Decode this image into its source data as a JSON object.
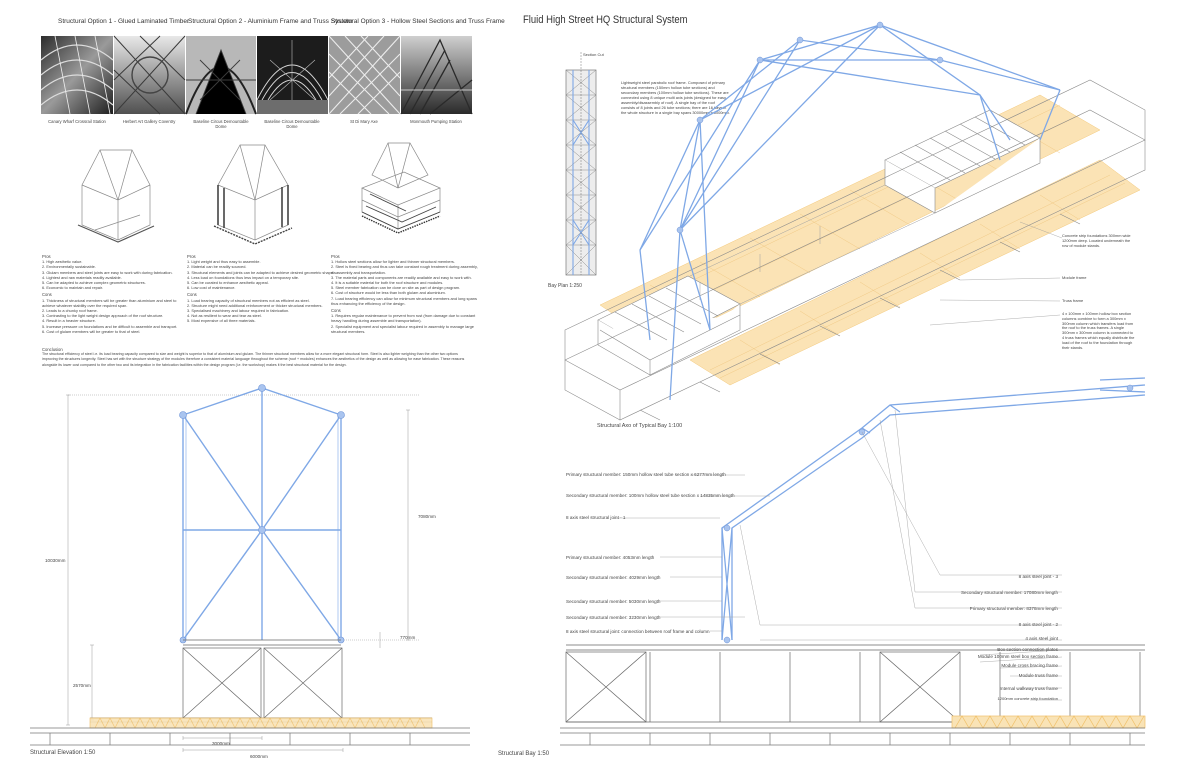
{
  "left_sheet": {
    "options": [
      {
        "title": "Structural Option 1 - Glued Laminated Timber"
      },
      {
        "title": "Structural Option 2 - Aluminium Frame and Truss System"
      },
      {
        "title": "Structural Option 3 - Hollow Steel Sections and Truss Frame"
      }
    ],
    "photo_captions": [
      "Canary Wharf Crossrail Station",
      "Herbert Art Gallery Coventry",
      "Baseline Circus Demountable Dome",
      "Baseline Circus Demountable Dome",
      "St Di Mary Axe",
      "Monmouth Pumping Station"
    ],
    "option1": {
      "pros_heading": "Pros",
      "pros": [
        "1. High aesthetic value.",
        "2. Environmentally sustainable.",
        "3. Glulam members and steel joints are easy to work with during fabrication.",
        "4. Lightest and raw materials readily available.",
        "5. Can be adapted to achieve complex geometric structures.",
        "6. Economic to maintain and repair."
      ],
      "cons_heading": "Cons",
      "cons": [
        "1. Thickness of structural members will be greater than aluminium and steel to",
        "   achieve whatever stability over the required span.",
        "2. Leads to a chunky roof frame.",
        "3. Contrasting to the light weight design approach of the roof structure.",
        "4. Result in a heavier structure.",
        "5. Increase pressure on foundations and be difficult to assemble and transport.",
        "6. Cost of glulam members will be greater to that of steel."
      ]
    },
    "option2": {
      "pros_heading": "Pros",
      "pros": [
        "1. Light weight and thus easy to assemble.",
        "2. Material can be readily sourced.",
        "3. Structural elements and joints can be adapted to achieve desired geometric shape.",
        "4. Less load on foundations thus less impact on a temporary site.",
        "5. Can be curated to enhance aesthetic appeal.",
        "6. Low cost of maintenance."
      ],
      "cons_heading": "Cons",
      "cons": [
        "1. Load bearing capacity of structural members not as efficient as steel.",
        "2. Structure might need additional reinforcement or thicker structural members.",
        "3. Specialised machinery and labour required in fabrication.",
        "4. Not as resilient to wear and tear as steel.",
        "5. Most expensive of all three materials."
      ]
    },
    "option3": {
      "pros_heading": "Pros",
      "pros": [
        "1. Hollow steel sections allow for lighter and thinner structural members.",
        "2. Steel is fixed bearing and thus can take constant rough treatment during assembly,",
        "   disassembly and transportation.",
        "3. The material parts and components are readily available and easy to work with.",
        "4. It is a suitable material for both the roof structure and modules.",
        "5. Steel member fabrication can be done on site as part of design program.",
        "6. Cost of structure would be less than both glulam and aluminium.",
        "7. Load bearing efficiency can allow for minimum structural members and long spans",
        "   thus enhancing the efficiency of the design."
      ],
      "cons_heading": "Cons",
      "cons": [
        "1. Requires regular maintenance to prevent from rust (from damage due to constant",
        "   heavy handling during assemble and transportation).",
        "2. Specialist equipment and specialist labour required in assembly to manage large",
        "   structural members."
      ]
    },
    "conclusion_heading": "Conclusion",
    "conclusion": [
      "The structural efficiency of steel i.e. its load bearing capacity compared to size and weight is superior to that of aluminium and glulam. The thinner structural members allow for a more elegant structural form. Steel is also lighter weighing than the other two options",
      "improving the structures longevity. Steel has set with the structure strategy of the modules therefore a consistent material language throughout the scheme (roof + modules) enhances the aesthetics of the design as well as allowing for ease fabrication. These reasons",
      "alongside its lower cost compared to the other two and its integration in the fabrication facilities within the design program (i.e. the workshop) makes it the best structural material for the design."
    ],
    "elevation": {
      "title": "Structural Elevation 1:50",
      "dim_total_height": "10030mm",
      "dim_upper": "7080mm",
      "dim_770": "770mm",
      "dim_2570": "2570mm",
      "dim_3000": "3000mm",
      "dim_6000": "6000mm"
    }
  },
  "right_sheet": {
    "title": "Fluid High Street HQ Structural System",
    "bay_plan_title": "Bay Plan 1:250",
    "section_cut": "Section Cut",
    "roof_note": [
      "Lightweight steel parabolic roof frame. Composed of primary",
      "structural members (150mm hollow tube sections) and",
      "secondary members (100mm hollow tube sections). These are",
      "connected using 8 unique multi axis joints (designed for easy",
      "assembly/disassembly of roof). A single bay of the roof",
      "consists of 8 joints and 26 tube sections; there are 16 bays in",
      "the whole structure in a single bay spans 30000mm x 6000mm."
    ],
    "axo_title": "Structural Axo of Typical Bay 1:100",
    "axo_labels": {
      "foundations": [
        "Concrete strip foundations 300mm wide",
        "1200mm deep. Located underneath the",
        "row of module stands."
      ],
      "module_frame": "Module frame",
      "truss_frame": "Truss frame",
      "column": [
        "4 x 100mm x 100mm hollow box section",
        "columns combine to form a 300mm x",
        "300mm column which transfers load from",
        "the roof to the truss frames. A single",
        "300mm x 300mm column is connected to",
        "4 truss frames which equally distribute the",
        "load of the roof to the foundation through",
        "their stands."
      ]
    },
    "bay_title": "Structural Bay 1:50",
    "bay_labels_left": [
      "Primary structural member: 150mm hollow steel tube section x 6277mm length",
      "Secondary structural member: 100mm hollow steel tube section x 14835mm length",
      "8 axis steel structural joint - 1",
      "Primary structural member: 4053mm length",
      "Secondary structural member: 4029mm length",
      "Secondary structural member: 5030mm length",
      "Secondary structural member: 3230mm length",
      "8 axis steel structural joint: connection between roof frame and column"
    ],
    "bay_labels_right": [
      "8 axis steel joint - 3",
      "Secondary structural member: 17080mm length",
      "Primary structural member: 8378mm length",
      "8 axis steel joint - 2",
      "4 axis steel joint",
      "Box section connection plates",
      "Module 100mm steel box section frame",
      "Module cross bracing frame",
      "Module truss frame",
      "Internal walkway truss frame",
      "1200mm concrete strip foundation"
    ]
  },
  "colors": {
    "structure_blue": "#7fa8e6",
    "truss_yellow": "#f5cf86",
    "line_grey": "#8a8a8a",
    "text": "#333333"
  }
}
